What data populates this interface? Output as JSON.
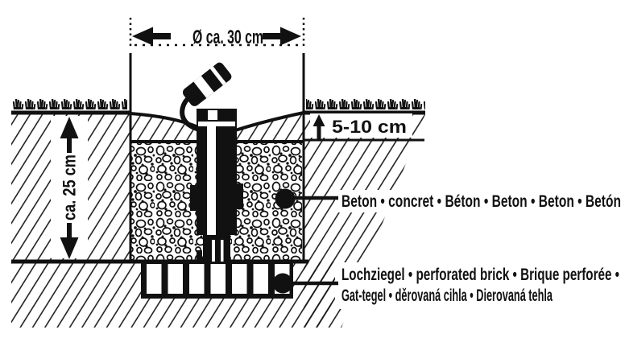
{
  "meta": {
    "background": "#ffffff",
    "ink": "#111111",
    "description_names": {
      "diagram": "installation cross-section of ground sleeve in concrete"
    }
  },
  "dimensions": {
    "width_label": "Ø ca. 30 cm",
    "depth_label": "ca. 25 cm",
    "cover_label": "5-10 cm"
  },
  "callouts": {
    "concrete": "Beton • concret • Béton • Beton • Beton • Betón",
    "brick_line1": "Lochziegel • perforated brick • Brique perforée •",
    "brick_line2": "Gat-tegel • děrovaná cihla • Dierovaná tehla"
  }
}
